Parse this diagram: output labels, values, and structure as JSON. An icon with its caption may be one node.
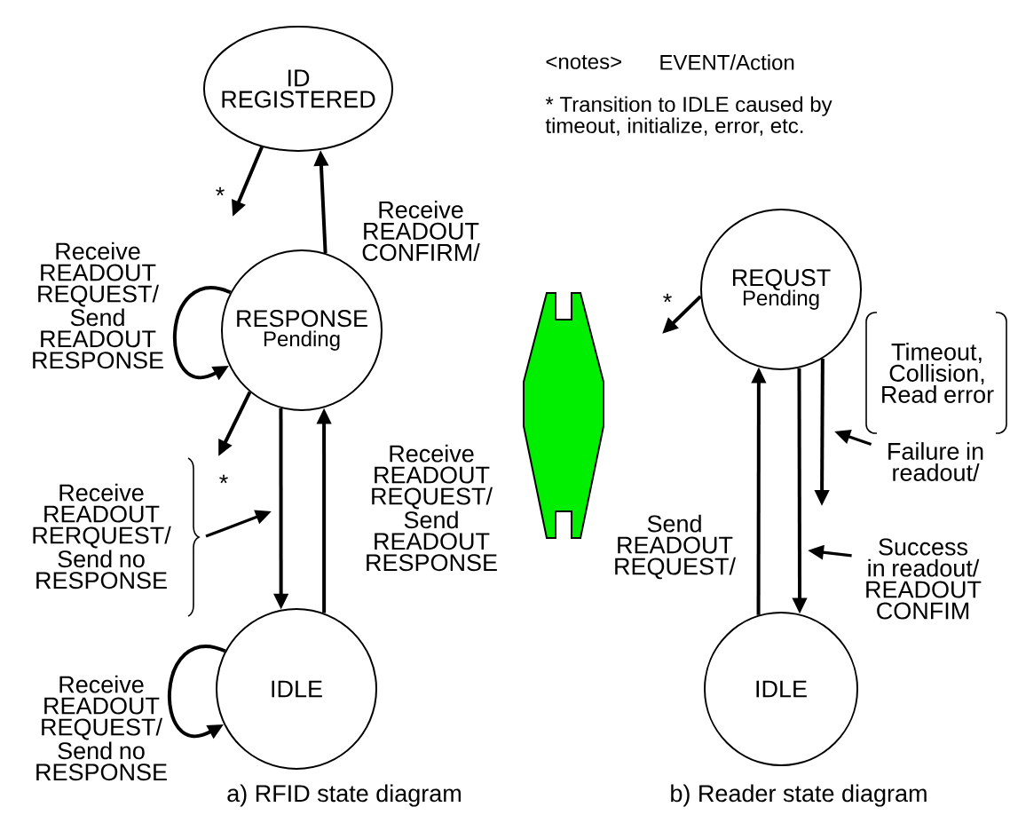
{
  "diagram": {
    "nodes": [
      {
        "text": [
          "ID REGISTERED"
        ]
      },
      {
        "text": [
          "RESPONSE",
          "Pending"
        ]
      },
      {
        "text": [
          "IDLE"
        ]
      },
      {
        "text": [
          "Receive READOUT RERQUEST/ Send no RESPONSE"
        ]
      },
      {
        "text": [
          "REQUST",
          "Pending"
        ]
      },
      {
        "text": [
          "IDLE"
        ]
      },
      {
        "text": [
          "Failure in readout/"
        ]
      },
      {
        "text": [
          "Success in readout/ READOUT CONFIM"
        ]
      }
    ],
    "edges": [
      {
        "from": 0,
        "to": null,
        "arrow": "to",
        "label": "*"
      },
      {
        "from": 1,
        "to": 0,
        "arrow": "to",
        "label": "Receive READOUT CONFIRM/"
      },
      {
        "from": 1,
        "to": 1,
        "arrow": "to",
        "label": "Receive READOUT REQUEST/ Send READOUT RESPONSE"
      },
      {
        "from": 1,
        "to": null,
        "arrow": "to",
        "label": "*"
      },
      {
        "from": 1,
        "to": 2,
        "arrow": "to"
      },
      {
        "from": 2,
        "to": 1,
        "arrow": "to",
        "label": "Receive READOUT REQUEST/ Send READOUT RESPONSE"
      },
      {
        "from": 2,
        "to": 2,
        "arrow": "to",
        "label": "Receive READOUT REQUEST/ Send no RESPONSE"
      },
      {
        "from": 3,
        "to": null,
        "arrow": "to"
      },
      {
        "from": 4,
        "to": null,
        "arrow": "to",
        "label": "*"
      },
      {
        "from": 5,
        "to": 4,
        "arrow": "to",
        "label": "Send READOUT REQUEST/"
      },
      {
        "from": 4,
        "to": 5,
        "arrow": "to"
      },
      {
        "from": 4,
        "to": null,
        "arrow": "to"
      },
      {
        "from": 6,
        "to": null,
        "arrow": "to"
      },
      {
        "from": 7,
        "to": null,
        "arrow": "to"
      }
    ],
    "labels": [
      "<notes>",
      "EVENT/Action",
      "* Transition to IDLE caused by timeout, initialize, error, etc.",
      "Timeout, Collision, Read error",
      "a) RFID state diagram",
      "b) Reader state diagram"
    ]
  }
}
